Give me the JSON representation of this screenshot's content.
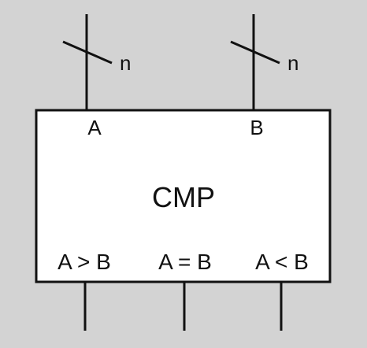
{
  "block": {
    "name": "CMP"
  },
  "inputs": [
    {
      "label": "A",
      "bus_width": "n"
    },
    {
      "label": "B",
      "bus_width": "n"
    }
  ],
  "outputs": [
    {
      "label": "A > B"
    },
    {
      "label": "A = B"
    },
    {
      "label": "A < B"
    }
  ],
  "colors": {
    "background": "#d3d3d3",
    "block_fill": "#ffffff",
    "stroke": "#111111"
  }
}
